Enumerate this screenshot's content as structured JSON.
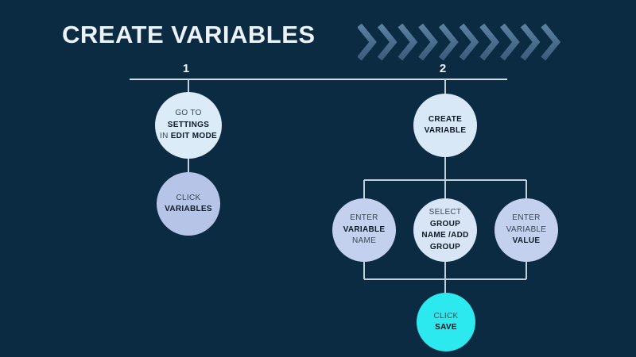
{
  "title": "CREATE VARIABLES",
  "colors": {
    "bg": "#0b2b42",
    "title": "#edf2f6",
    "line": "#c3cedb",
    "line_bright": "#d3dde8",
    "node_text": "#3a4653",
    "node_text_bold": "#0e1a25",
    "chevron_top": "#5b80a0",
    "chevron_bottom": "#3c5d7b",
    "circle_light_blue": "#dcebf8",
    "circle_periwinkle": "#b6c4e8",
    "circle_save_cyan": "#2be9ee"
  },
  "chevrons": {
    "count": 10,
    "icon": "chevron-right-icon"
  },
  "steps": [
    {
      "number": "1"
    },
    {
      "number": "2"
    }
  ],
  "nodes": {
    "goto_settings": {
      "fill": "#dcebf8",
      "lines": [
        [
          {
            "t": "GO TO",
            "b": false
          }
        ],
        [
          {
            "t": "SETTINGS",
            "b": true
          }
        ],
        [
          {
            "t": "IN ",
            "b": false
          },
          {
            "t": "EDIT MODE",
            "b": true
          }
        ]
      ]
    },
    "click_variables": {
      "fill": "#b6c4e8",
      "lines": [
        [
          {
            "t": "CLICK",
            "b": false
          }
        ],
        [
          {
            "t": "VARIABLES",
            "b": true
          }
        ]
      ]
    },
    "create_variable": {
      "fill": "#d8e8f7",
      "lines": [
        [
          {
            "t": "CREATE",
            "b": true
          }
        ],
        [
          {
            "t": "VARIABLE",
            "b": true
          }
        ]
      ]
    },
    "enter_variable_name": {
      "fill": "#c4d1ee",
      "lines": [
        [
          {
            "t": "ENTER",
            "b": false
          }
        ],
        [
          {
            "t": "VARIABLE",
            "b": true
          }
        ],
        [
          {
            "t": "NAME",
            "b": false
          }
        ]
      ]
    },
    "select_group_name": {
      "fill": "#d7e5f6",
      "lines": [
        [
          {
            "t": "SELECT ",
            "b": false
          },
          {
            "t": "GROUP",
            "b": true
          }
        ],
        [
          {
            "t": "NAME /ADD",
            "b": true
          }
        ],
        [
          {
            "t": "GROUP",
            "b": true
          }
        ]
      ]
    },
    "enter_variable_value": {
      "fill": "#c4d1ee",
      "lines": [
        [
          {
            "t": "ENTER",
            "b": false
          }
        ],
        [
          {
            "t": "VARIABLE",
            "b": false
          }
        ],
        [
          {
            "t": "VALUE",
            "b": true
          }
        ]
      ]
    },
    "click_save": {
      "fill": "#2be9ee",
      "lines": [
        [
          {
            "t": "CLICK",
            "b": false
          }
        ],
        [
          {
            "t": "SAVE",
            "b": true
          }
        ]
      ]
    }
  }
}
